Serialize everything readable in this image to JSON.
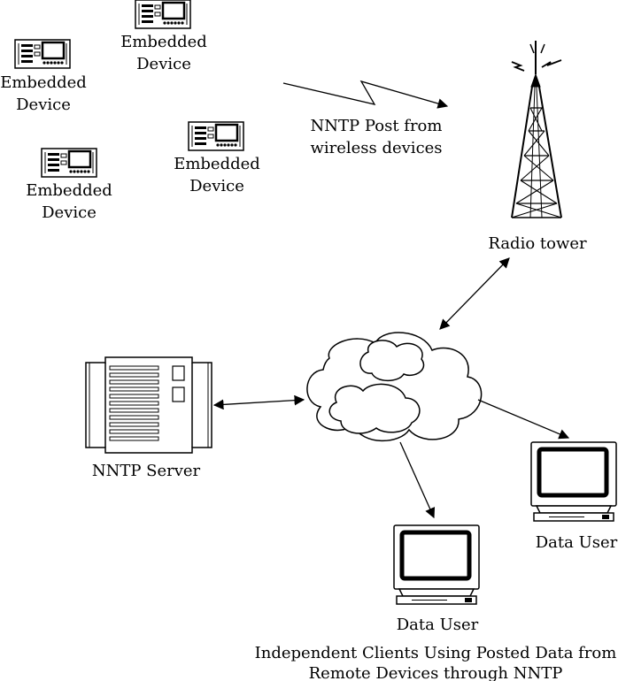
{
  "labels": {
    "embedded_device_line1": "Embedded",
    "embedded_device_line2": "Device",
    "post_line1": "NNTP Post from",
    "post_line2": "wireless devices",
    "radio_tower": "Radio tower",
    "nntp_server": "NNTP Server",
    "data_user": "Data User",
    "caption_line1": "Independent Clients Using Posted Data from",
    "caption_line2": "Remote Devices through NNTP"
  }
}
